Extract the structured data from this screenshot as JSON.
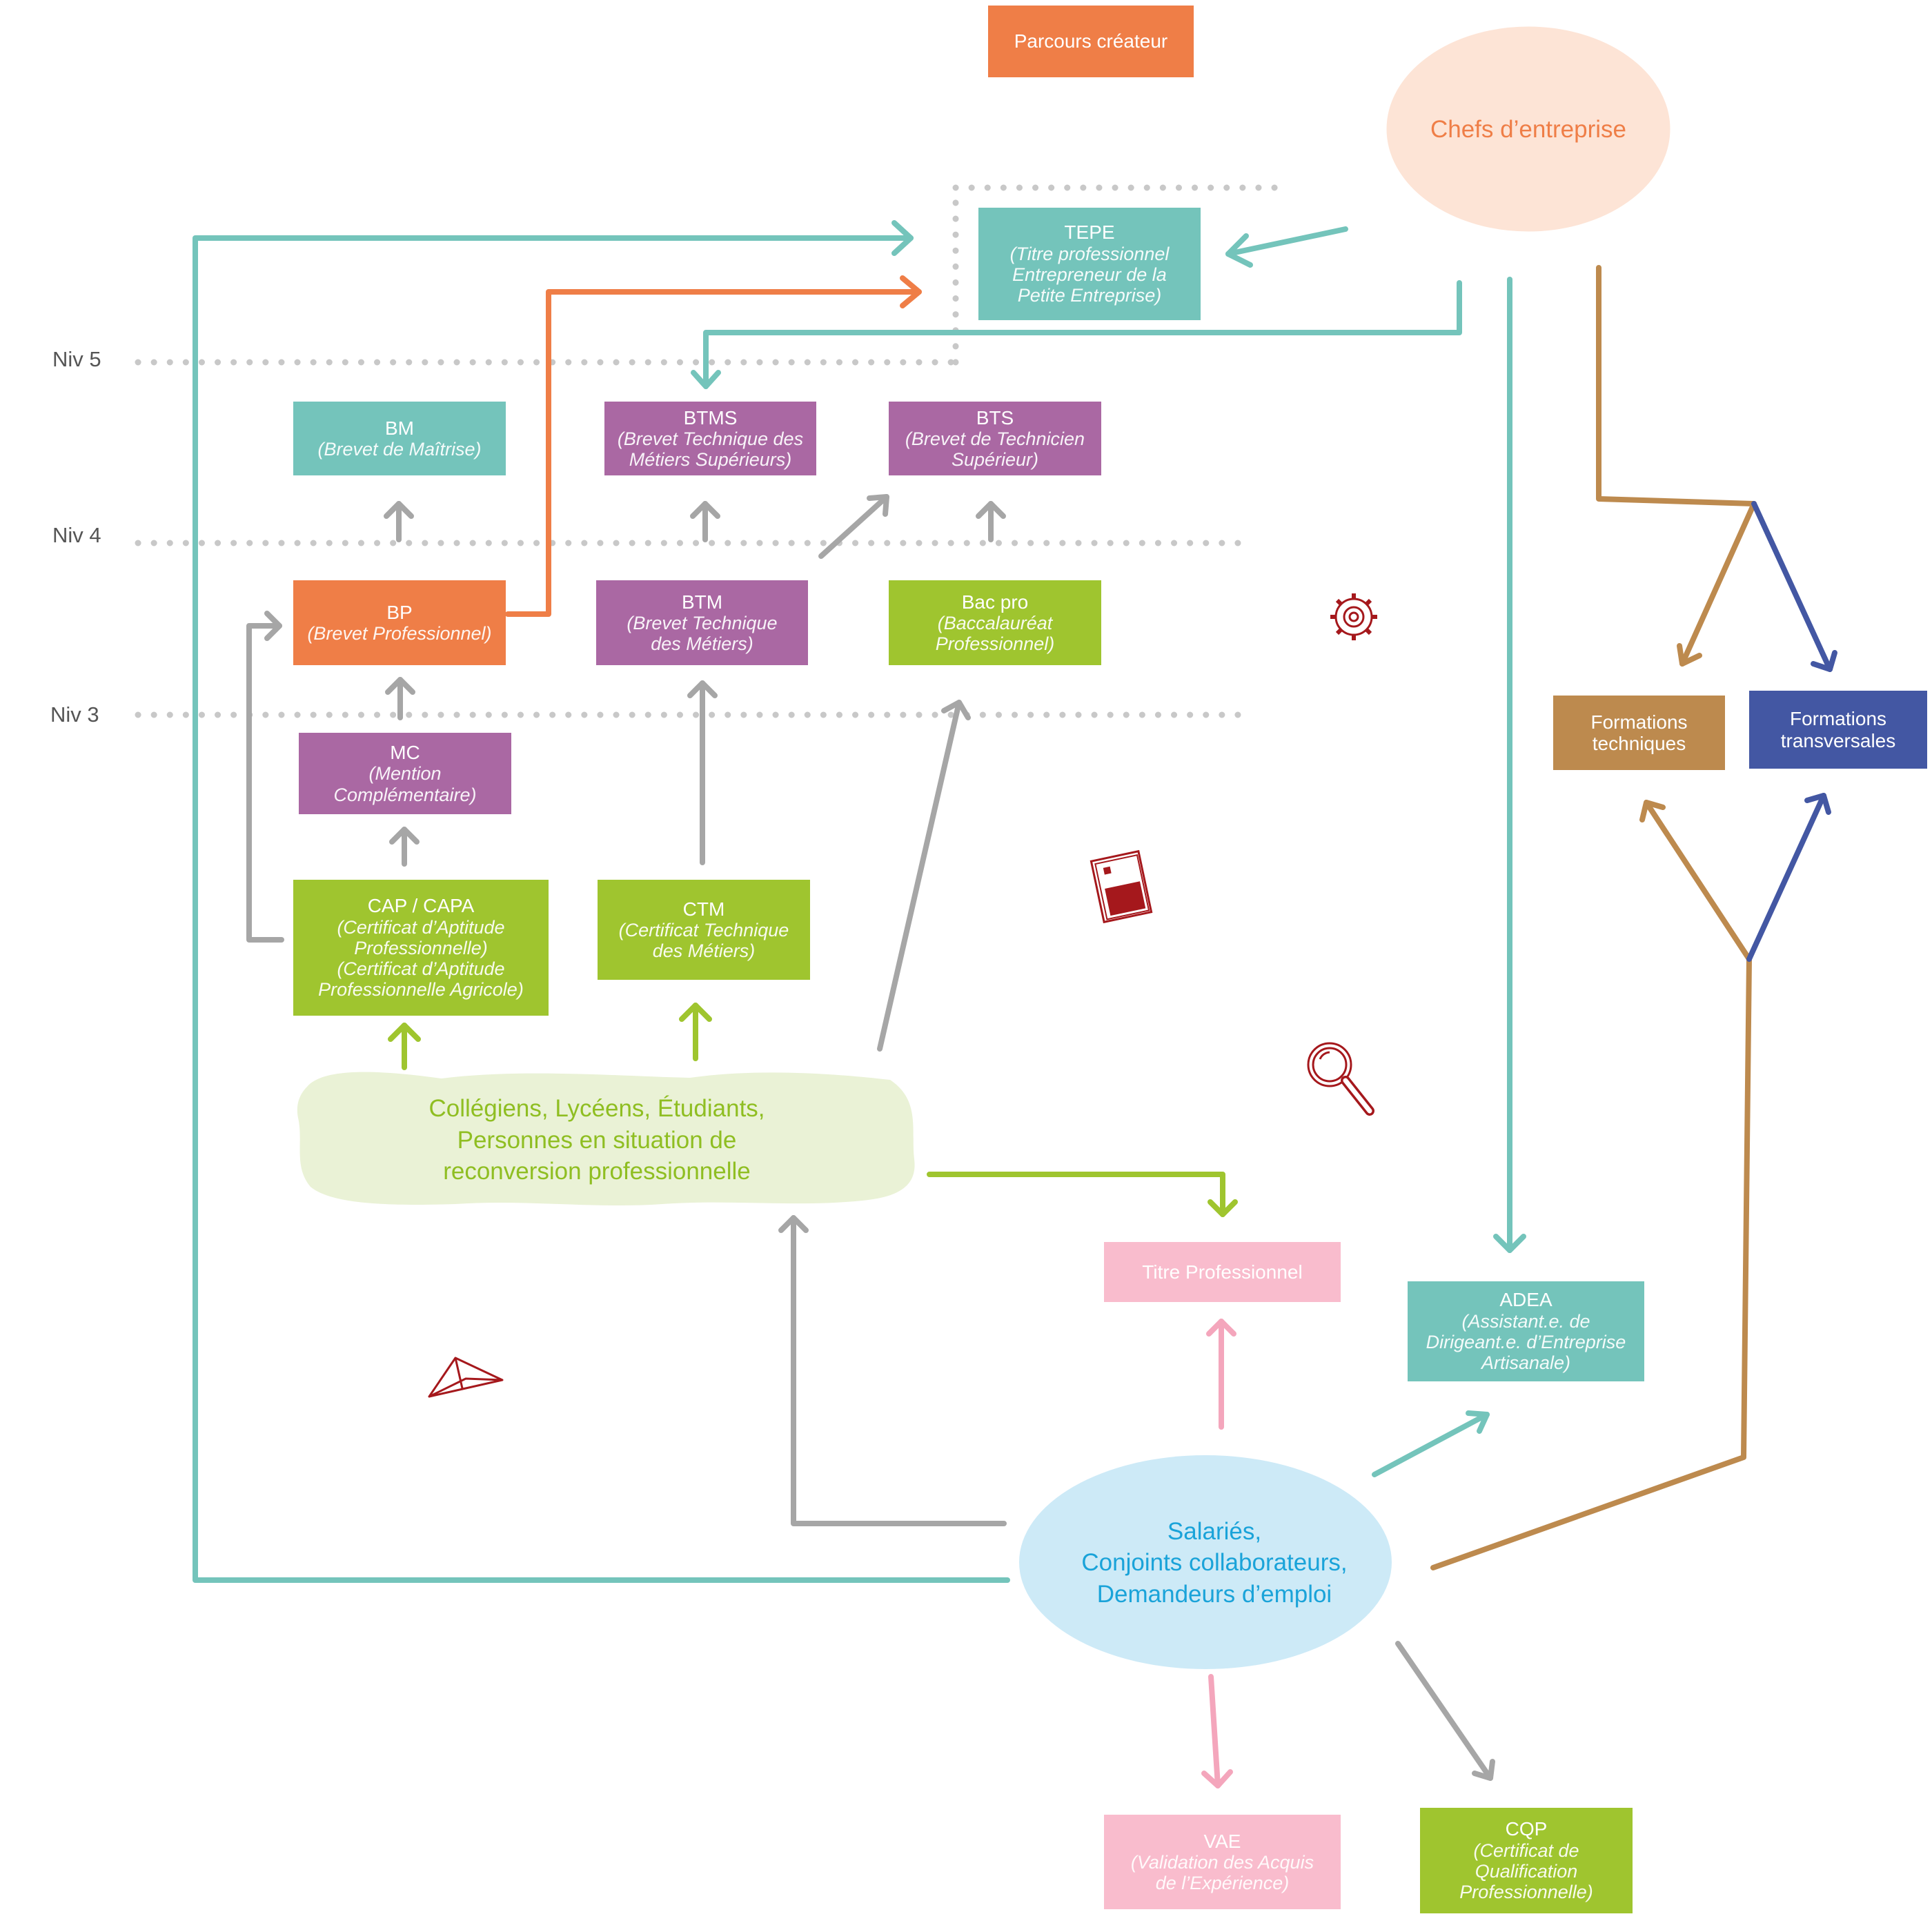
{
  "colors": {
    "teal": "#74c4bb",
    "orange": "#ef7e47",
    "purple": "#aa68a3",
    "green": "#9fc52f",
    "pink": "#f9bccd",
    "brown": "#bd8a4e",
    "navy": "#4357a3",
    "gray": "#a6a6a6",
    "cloud_orange_fill": "#fde4d6",
    "cloud_green_fill": "#eaf2d6",
    "cloud_blue_fill": "#cdeaf7",
    "blue_text": "#1aa3d9",
    "icon_red": "#a5181c"
  },
  "header": {
    "parcours": "Parcours créateur"
  },
  "levels": {
    "n5": "Niv 5",
    "n4": "Niv 4",
    "n3": "Niv 3"
  },
  "clouds": {
    "chefs": "Chefs d’entreprise",
    "students": [
      "Collégiens, Lycéens, Étudiants,",
      "Personnes en situation de",
      "reconversion professionnelle"
    ],
    "salaries": [
      "Salariés,",
      "Conjoints collaborateurs,",
      "Demandeurs d’emploi"
    ]
  },
  "boxes": {
    "tepe": {
      "title": "TEPE",
      "sub": [
        "(Titre professionnel",
        "Entrepreneur de la",
        "Petite Entreprise)"
      ]
    },
    "bm": {
      "title": "BM",
      "sub": [
        "(Brevet de Maîtrise)"
      ]
    },
    "btms": {
      "title": "BTMS",
      "sub": [
        "(Brevet Technique des",
        "Métiers Supérieurs)"
      ]
    },
    "bts": {
      "title": "BTS",
      "sub": [
        "(Brevet de Technicien",
        "Supérieur)"
      ]
    },
    "bp": {
      "title": "BP",
      "sub": [
        "(Brevet Professionnel)"
      ]
    },
    "btm": {
      "title": "BTM",
      "sub": [
        "(Brevet Technique",
        "des Métiers)"
      ]
    },
    "bacpro": {
      "title": "Bac pro",
      "sub": [
        "(Baccalauréat",
        "Professionnel)"
      ]
    },
    "mc": {
      "title": "MC",
      "sub": [
        "(Mention",
        "Complémentaire)"
      ]
    },
    "cap": {
      "title": "CAP / CAPA",
      "sub": [
        "(Certificat d’Aptitude",
        "Professionnelle)",
        "(Certificat d’Aptitude",
        "Professionnelle Agricole)"
      ]
    },
    "ctm": {
      "title": "CTM",
      "sub": [
        "(Certificat Technique",
        "des Métiers)"
      ]
    },
    "formtech": {
      "title": "Formations",
      "title2": "techniques"
    },
    "formtrans": {
      "title": "Formations",
      "title2": "transversales"
    },
    "titrepro": {
      "title": "Titre Professionnel"
    },
    "adea": {
      "title": "ADEA",
      "sub": [
        "(Assistant.e. de",
        "Dirigeant.e. d’Entreprise",
        "Artisanale)"
      ]
    },
    "vae": {
      "title": "VAE",
      "sub": [
        "(Validation des Acquis",
        "de l’Expérience)"
      ]
    },
    "cqp": {
      "title": "CQP",
      "sub": [
        "(Certificat de",
        "Qualification",
        "Professionnelle)"
      ]
    }
  },
  "icons": [
    "gear-icon",
    "book-icon",
    "magnifier-icon",
    "paper-plane-icon"
  ]
}
